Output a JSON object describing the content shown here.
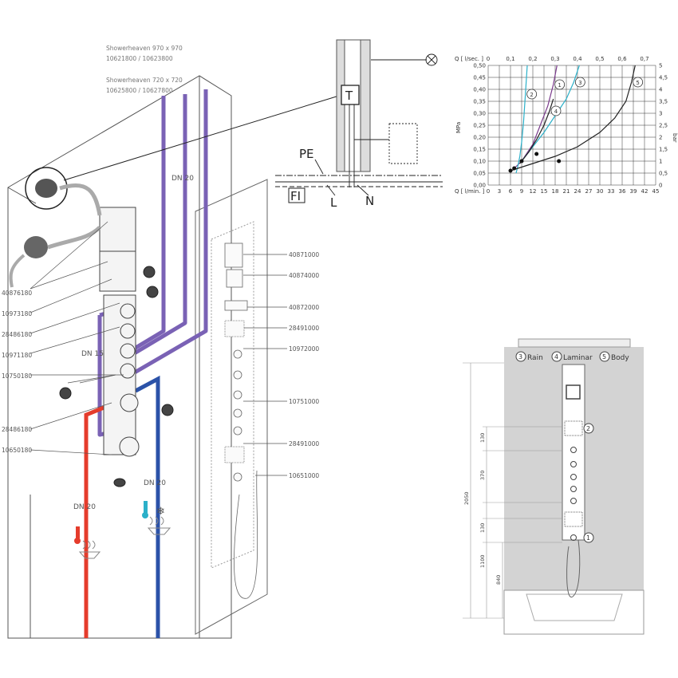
{
  "top_labels": {
    "line1": "Showerheaven 970 x 970",
    "line2": "10621800 / 10623800",
    "line3": "Showerheaven 720 x 720",
    "line4": "10625800 / 10627800"
  },
  "left_part_numbers": [
    "40876180",
    "10973180",
    "28486180",
    "10971180",
    "10750180",
    "28486180",
    "10650180"
  ],
  "panel_part_numbers": [
    "40871000",
    "40874000",
    "40872000",
    "28491000",
    "10972000",
    "10751000",
    "28491000",
    "10651000"
  ],
  "pipe_labels": {
    "dn20_top": "DN 20",
    "dn15": "DN 15",
    "dn20_cold": "DN 20",
    "dn20_hot": "DN 20"
  },
  "wiring": {
    "pe": "PE",
    "fi": "FI",
    "l": "L",
    "n": "N",
    "thermostat": "T"
  },
  "chart_data": {
    "type": "line",
    "x_top_label": "Q [ l/sec. ]",
    "x_top_ticks": [
      "0",
      "0,1",
      "0,2",
      "0,3",
      "0,4",
      "0,5",
      "0,6",
      "0,7"
    ],
    "x_bottom_label": "Q [ l/min. ]",
    "x_bottom_ticks": [
      "0",
      "3",
      "6",
      "9",
      "12",
      "15",
      "18",
      "21",
      "24",
      "27",
      "30",
      "33",
      "36",
      "39",
      "42",
      "45"
    ],
    "y_left_label": "MPa",
    "y_left_ticks": [
      "0,00",
      "0,05",
      "0,10",
      "0,15",
      "0,20",
      "0,25",
      "0,30",
      "0,35",
      "0,40",
      "0,45",
      "0,50"
    ],
    "y_right_label": "bar",
    "y_right_ticks": [
      "0",
      "0,5",
      "1",
      "1,5",
      "2",
      "2,5",
      "3",
      "3,5",
      "4",
      "4,5",
      "5"
    ],
    "xlim": [
      0,
      45
    ],
    "ylim": [
      0,
      0.5
    ],
    "series": [
      {
        "name": "1",
        "color": "#7a3a8c",
        "x": [
          7,
          9,
          12,
          14,
          16,
          17.5,
          18.5
        ],
        "y": [
          0.07,
          0.1,
          0.17,
          0.25,
          0.33,
          0.42,
          0.5
        ]
      },
      {
        "name": "2",
        "color": "#2bb0c9",
        "x": [
          7.5,
          8,
          8.5,
          9,
          9.5,
          10,
          10.5
        ],
        "y": [
          0.05,
          0.08,
          0.12,
          0.18,
          0.26,
          0.38,
          0.5
        ]
      },
      {
        "name": "3",
        "color": "#2bb0c9",
        "x": [
          9,
          12,
          15,
          18,
          21,
          23,
          24.5
        ],
        "y": [
          0.1,
          0.16,
          0.22,
          0.29,
          0.36,
          0.43,
          0.5
        ]
      },
      {
        "name": "4",
        "color": "#222222",
        "x": [
          8.5,
          11,
          13,
          15,
          16.5,
          17.5
        ],
        "y": [
          0.09,
          0.14,
          0.19,
          0.25,
          0.31,
          0.36
        ]
      },
      {
        "name": "5",
        "color": "#222222",
        "x": [
          6,
          12,
          18,
          24,
          30,
          34,
          37,
          38.5,
          39.5
        ],
        "y": [
          0.06,
          0.09,
          0.12,
          0.16,
          0.22,
          0.28,
          0.35,
          0.43,
          0.5
        ]
      }
    ],
    "markers": [
      [
        6,
        0.06
      ],
      [
        7,
        0.07
      ],
      [
        9,
        0.1
      ],
      [
        13,
        0.13
      ],
      [
        19,
        0.1
      ]
    ]
  },
  "front_view": {
    "legend": [
      {
        "num": "3",
        "label": "Rain"
      },
      {
        "num": "4",
        "label": "Laminar"
      },
      {
        "num": "5",
        "label": "Body"
      }
    ],
    "dims": {
      "d130a": "130",
      "d370": "370",
      "d130b": "130",
      "d2050": "2050",
      "d1100": "1100",
      "d840": "840"
    },
    "callouts": [
      "2",
      "1"
    ]
  },
  "symbols": {
    "hot": "hot-water-symbol",
    "cold": "cold-water-symbol"
  }
}
